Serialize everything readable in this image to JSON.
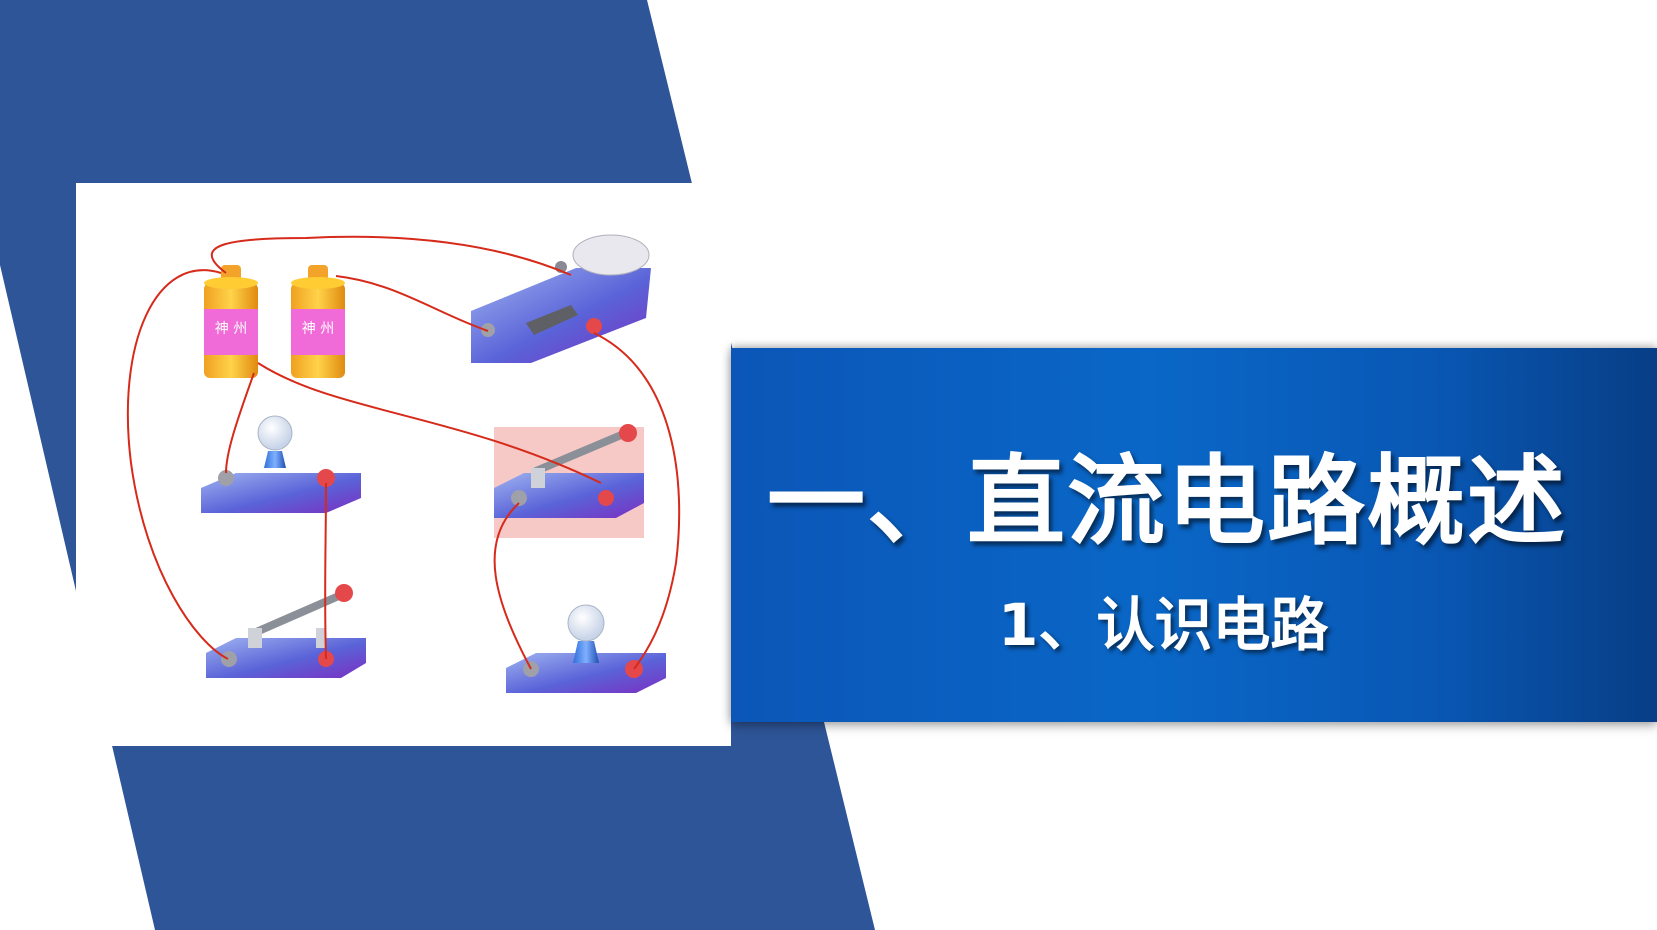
{
  "slide": {
    "title": "一、直流电路概述",
    "subtitle": "1、认识电路"
  },
  "illustration": {
    "battery_label": "神 州"
  },
  "colors": {
    "band": "#2e5597",
    "banner": "#0a63c2",
    "wire": "#d62a1a"
  }
}
